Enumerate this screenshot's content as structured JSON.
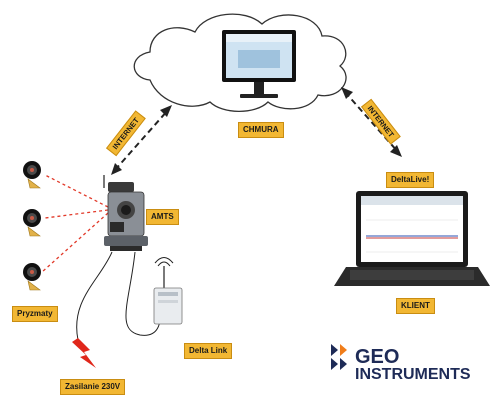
{
  "nodes": {
    "cloud": "CHMURA",
    "station": "AMTS",
    "prisms": "Pryzmaty",
    "power": "Zasilanie 230V",
    "deltalink": "Delta Link",
    "software": "DeltaLive!",
    "client": "KLIENT"
  },
  "links": {
    "internet_left": "INTERNET",
    "internet_right": "INTERNET"
  },
  "logo": {
    "line1": "GEO",
    "line2": "INSTRUMENTS"
  },
  "colors": {
    "label_bg": "#f2b733",
    "laser": "#e23a2a",
    "logo_blue": "#1e2b57",
    "logo_orange": "#f07d1a"
  }
}
